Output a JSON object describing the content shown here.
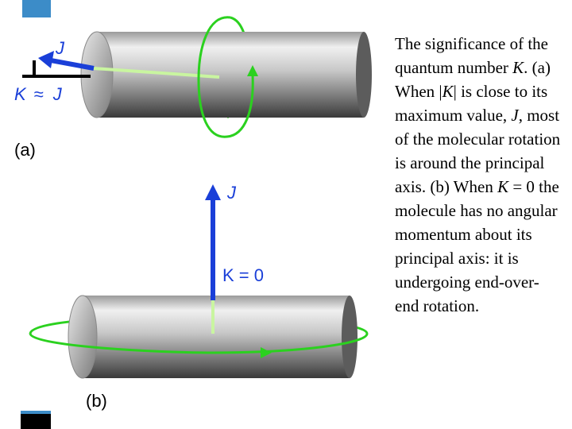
{
  "diagram": {
    "panel_a": {
      "label": "(a)",
      "vector_label": "J",
      "relation_label": "K ≈ J",
      "relation": {
        "K": "K",
        "approx": "≈",
        "J": "J"
      }
    },
    "panel_b": {
      "label": "(b)",
      "vector_label": "J",
      "projection_label": "K = 0"
    }
  },
  "caption": {
    "segments": [
      {
        "text": "The significance of the quantum number ",
        "italic": false
      },
      {
        "text": "K",
        "italic": true
      },
      {
        "text": ". (a) When |",
        "italic": false
      },
      {
        "text": "K",
        "italic": true
      },
      {
        "text": "| is close to its maximum value, ",
        "italic": false
      },
      {
        "text": "J",
        "italic": true
      },
      {
        "text": ", most of the molecular rotation is around the principal axis. (b) When ",
        "italic": false
      },
      {
        "text": "K",
        "italic": true
      },
      {
        "text": " = 0 the molecule has no angular momentum about its principal axis: it is undergoing end-over-end rotation.",
        "italic": false
      }
    ]
  },
  "colors": {
    "vector_blue": "#1a3fd8",
    "rotation_green": "#2bd11f",
    "axis_green": "#c9f5a0",
    "accent_blue": "#3c8cc8",
    "ink": "#000000"
  }
}
